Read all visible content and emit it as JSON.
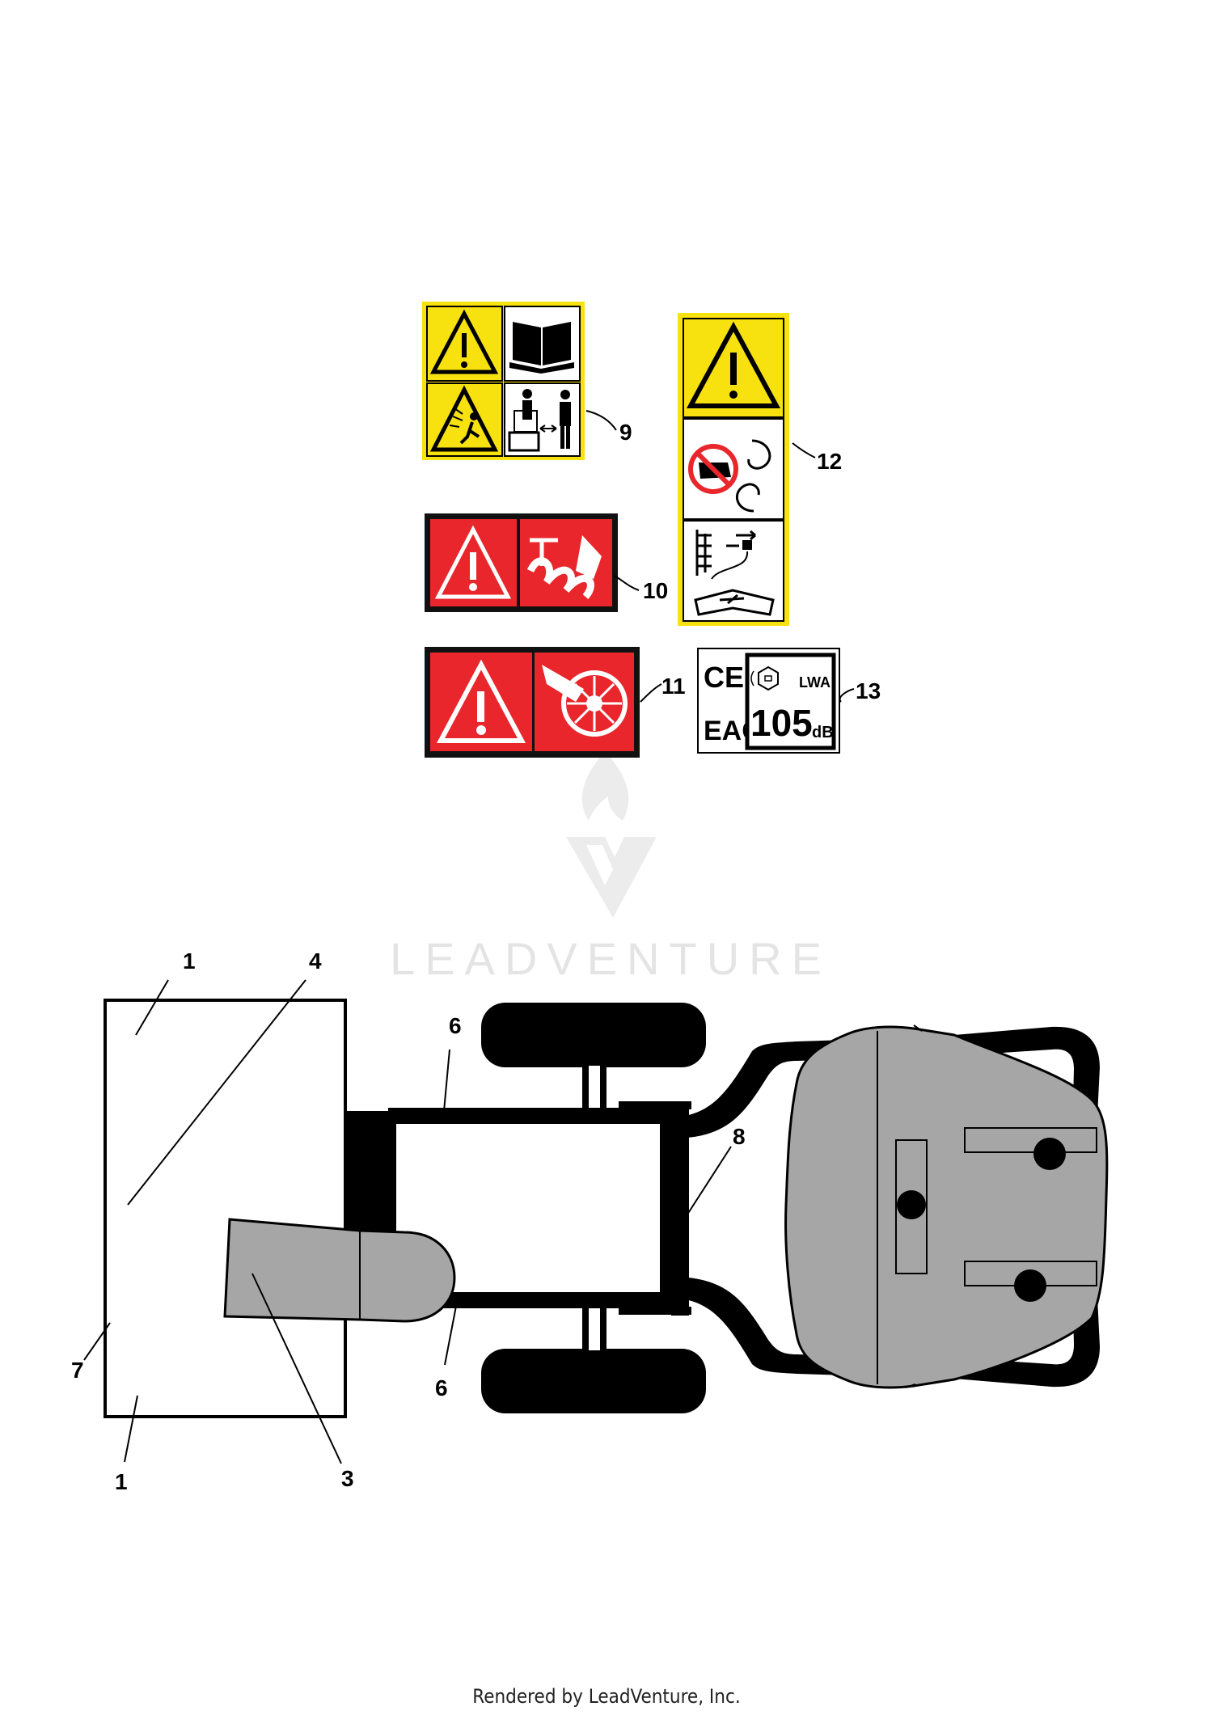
{
  "callouts": {
    "c9": "9",
    "c10": "10",
    "c11": "11",
    "c12": "12",
    "c13": "13",
    "c1_top": "1",
    "c1_bottom": "1",
    "c3": "3",
    "c4": "4",
    "c6_top": "6",
    "c6_bottom": "6",
    "c7": "7",
    "c8": "8"
  },
  "label13": {
    "ce": "CE",
    "eac": "EAC",
    "lwa": "LWA",
    "level": "105",
    "unit": "dB"
  },
  "watermark": "LEADVENTURE",
  "footer": "Rendered by LeadVenture, Inc.",
  "colors": {
    "warning_yellow": "#f7e10f",
    "danger_red": "#e8262b",
    "machine_gray": "#a6a6a6",
    "watermark_gray": "#e4e4e4"
  }
}
